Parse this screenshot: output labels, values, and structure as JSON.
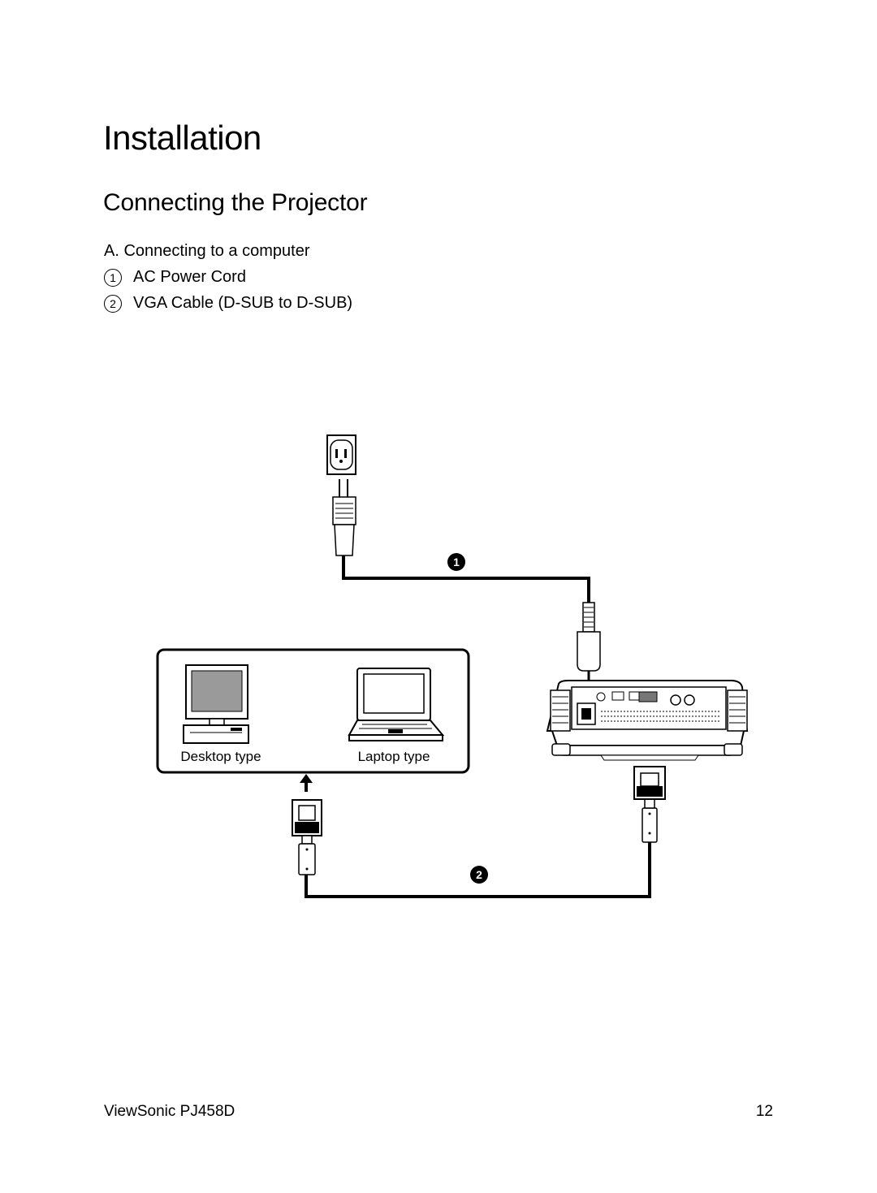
{
  "page": {
    "title": "Installation",
    "subtitle": "Connecting the Projector"
  },
  "legend": {
    "section": "A. Connecting to a computer",
    "items": [
      {
        "num": "1",
        "label": "AC Power Cord"
      },
      {
        "num": "2",
        "label": "VGA Cable (D-SUB to D-SUB)"
      }
    ]
  },
  "diagram": {
    "desktop_label": "Desktop type",
    "laptop_label": "Laptop type",
    "callout_1": "1",
    "callout_2": "2"
  },
  "footer": {
    "product": "ViewSonic PJ458D",
    "page_number": "12"
  }
}
